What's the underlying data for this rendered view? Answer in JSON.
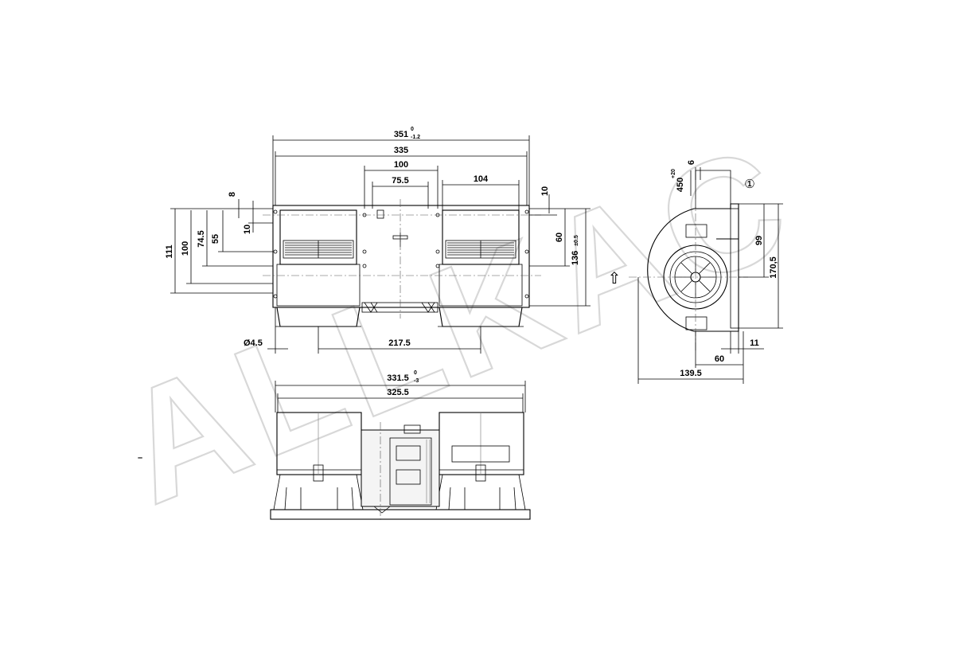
{
  "front_view": {
    "dim_overall_width": "351",
    "dim_overall_width_tol_upper": "0",
    "dim_overall_width_tol_lower": "-1.2",
    "dim_hole_spacing": "335",
    "dim_center_span": "100",
    "dim_inner_span": "75.5",
    "dim_right_fan": "104",
    "dim_top_offset_right": "10",
    "dim_side_offset_left": "8",
    "dim_height_111": "111",
    "dim_height_100": "100",
    "dim_height_74_5": "74.5",
    "dim_height_55": "55",
    "dim_height_10": "10",
    "dim_right_60": "60",
    "dim_right_136": "136",
    "dim_right_136_tol": "±0.5",
    "dim_hole_dia": "Ø4.5",
    "dim_outlet_spacing": "217.5"
  },
  "side_view": {
    "dim_cable": "450",
    "dim_cable_tol": "+20",
    "dim_top_6": "6",
    "dim_height_99": "99",
    "dim_height_170_5": "170,5",
    "dim_bottom_11": "11",
    "dim_bottom_60": "60",
    "dim_depth_139_5": "139.5",
    "callout": "①",
    "rotation_arrow": "⇧"
  },
  "top_view": {
    "dim_width_331_5": "331.5",
    "dim_width_331_5_tol_upper": "0",
    "dim_width_331_5_tol_lower": "-3",
    "dim_width_325_5": "325.5",
    "minus_mark": "–"
  },
  "watermark": {
    "text": "ALLKAC"
  }
}
